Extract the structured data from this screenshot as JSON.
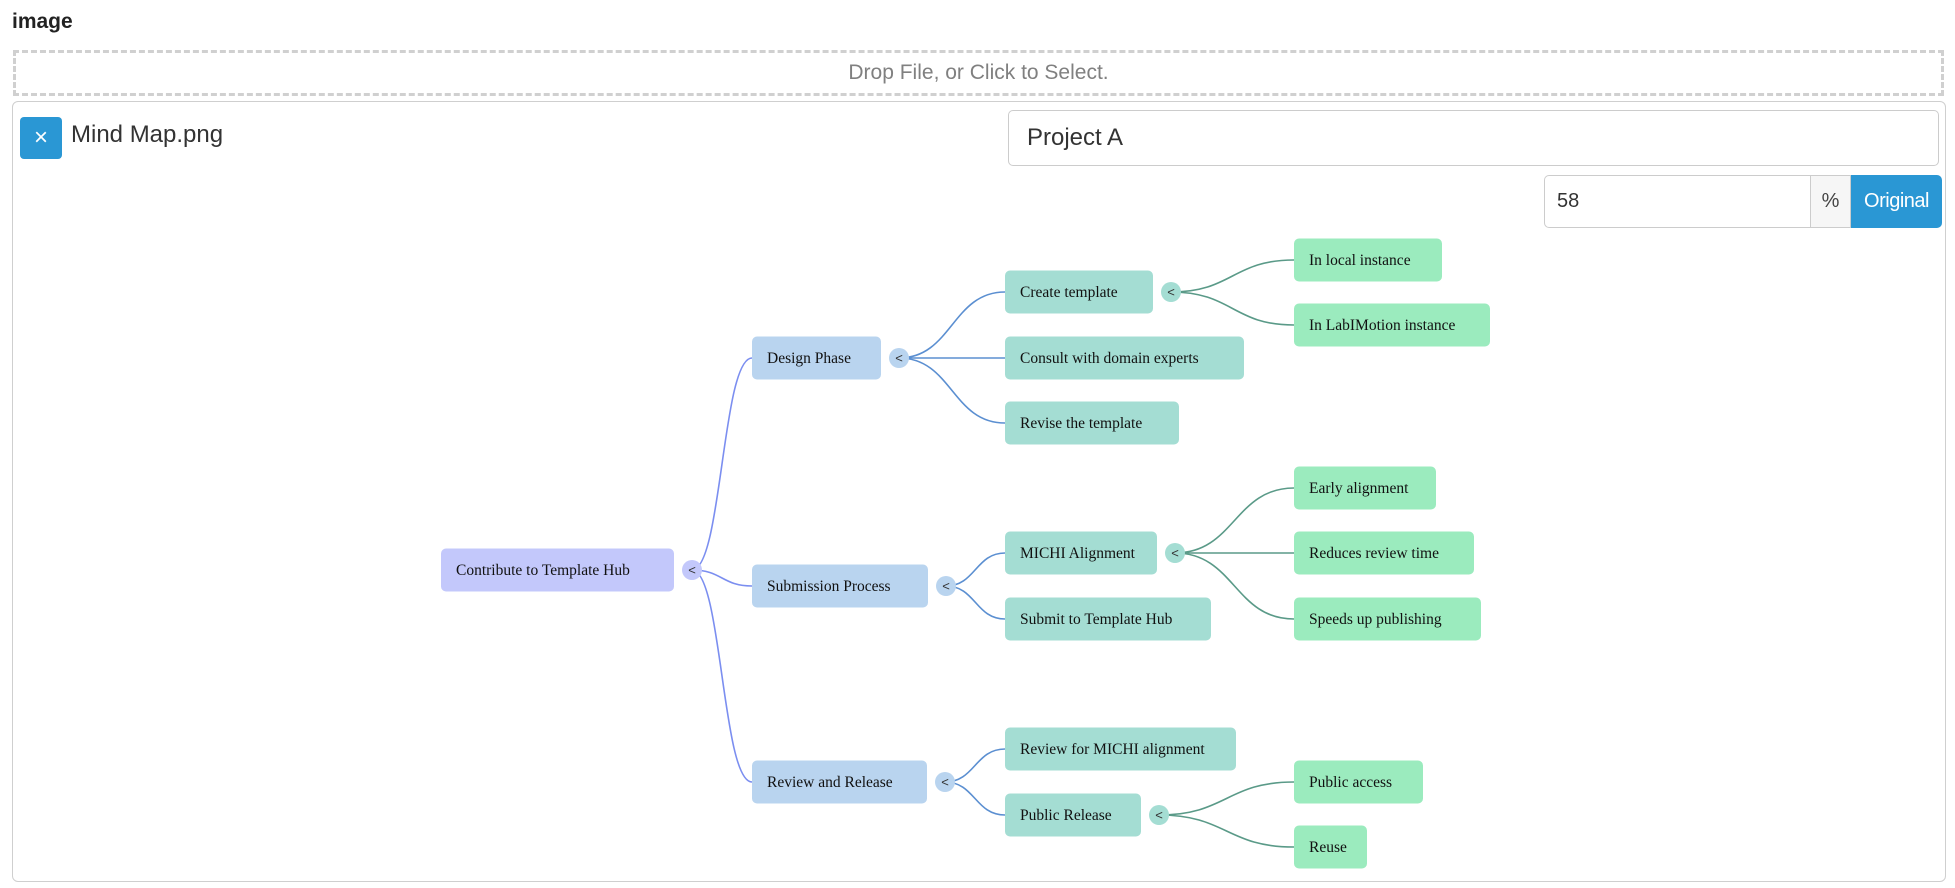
{
  "field": {
    "label": "image"
  },
  "dropzone": {
    "text": "Drop File, or Click to Select."
  },
  "file": {
    "name": "Mind Map.png",
    "remove_icon": "×"
  },
  "title_input": {
    "value": "Project A",
    "placeholder": ""
  },
  "zoom": {
    "value": "58",
    "unit": "%",
    "original_label": "Original"
  },
  "colors": {
    "accent": "#2a97d4",
    "root_fill": "#c3c8fb",
    "level1_fill": "#b9d4ef",
    "level2_fill": "#a4ddd3",
    "level3_fill": "#9bebbe",
    "root_link": "#7b8ef0",
    "level1_link": "#5b8fd1",
    "level2_link": "#5a9a88"
  },
  "mindmap": {
    "toggle_glyph": "<",
    "root": {
      "label": "Contribute to Template Hub",
      "children": [
        {
          "label": "Design Phase",
          "children": [
            {
              "label": "Create template",
              "children": [
                {
                  "label": "In local instance"
                },
                {
                  "label": "In LabIMotion instance"
                }
              ]
            },
            {
              "label": "Consult with domain experts"
            },
            {
              "label": "Revise the template"
            }
          ]
        },
        {
          "label": "Submission Process",
          "children": [
            {
              "label": "MICHI Alignment",
              "children": [
                {
                  "label": "Early alignment"
                },
                {
                  "label": "Reduces review time"
                },
                {
                  "label": "Speeds up publishing"
                }
              ]
            },
            {
              "label": "Submit to Template Hub"
            }
          ]
        },
        {
          "label": "Review and Release",
          "children": [
            {
              "label": "Review for MICHI alignment"
            },
            {
              "label": "Public Release",
              "children": [
                {
                  "label": "Public access"
                },
                {
                  "label": "Reuse"
                }
              ]
            }
          ]
        }
      ]
    }
  }
}
